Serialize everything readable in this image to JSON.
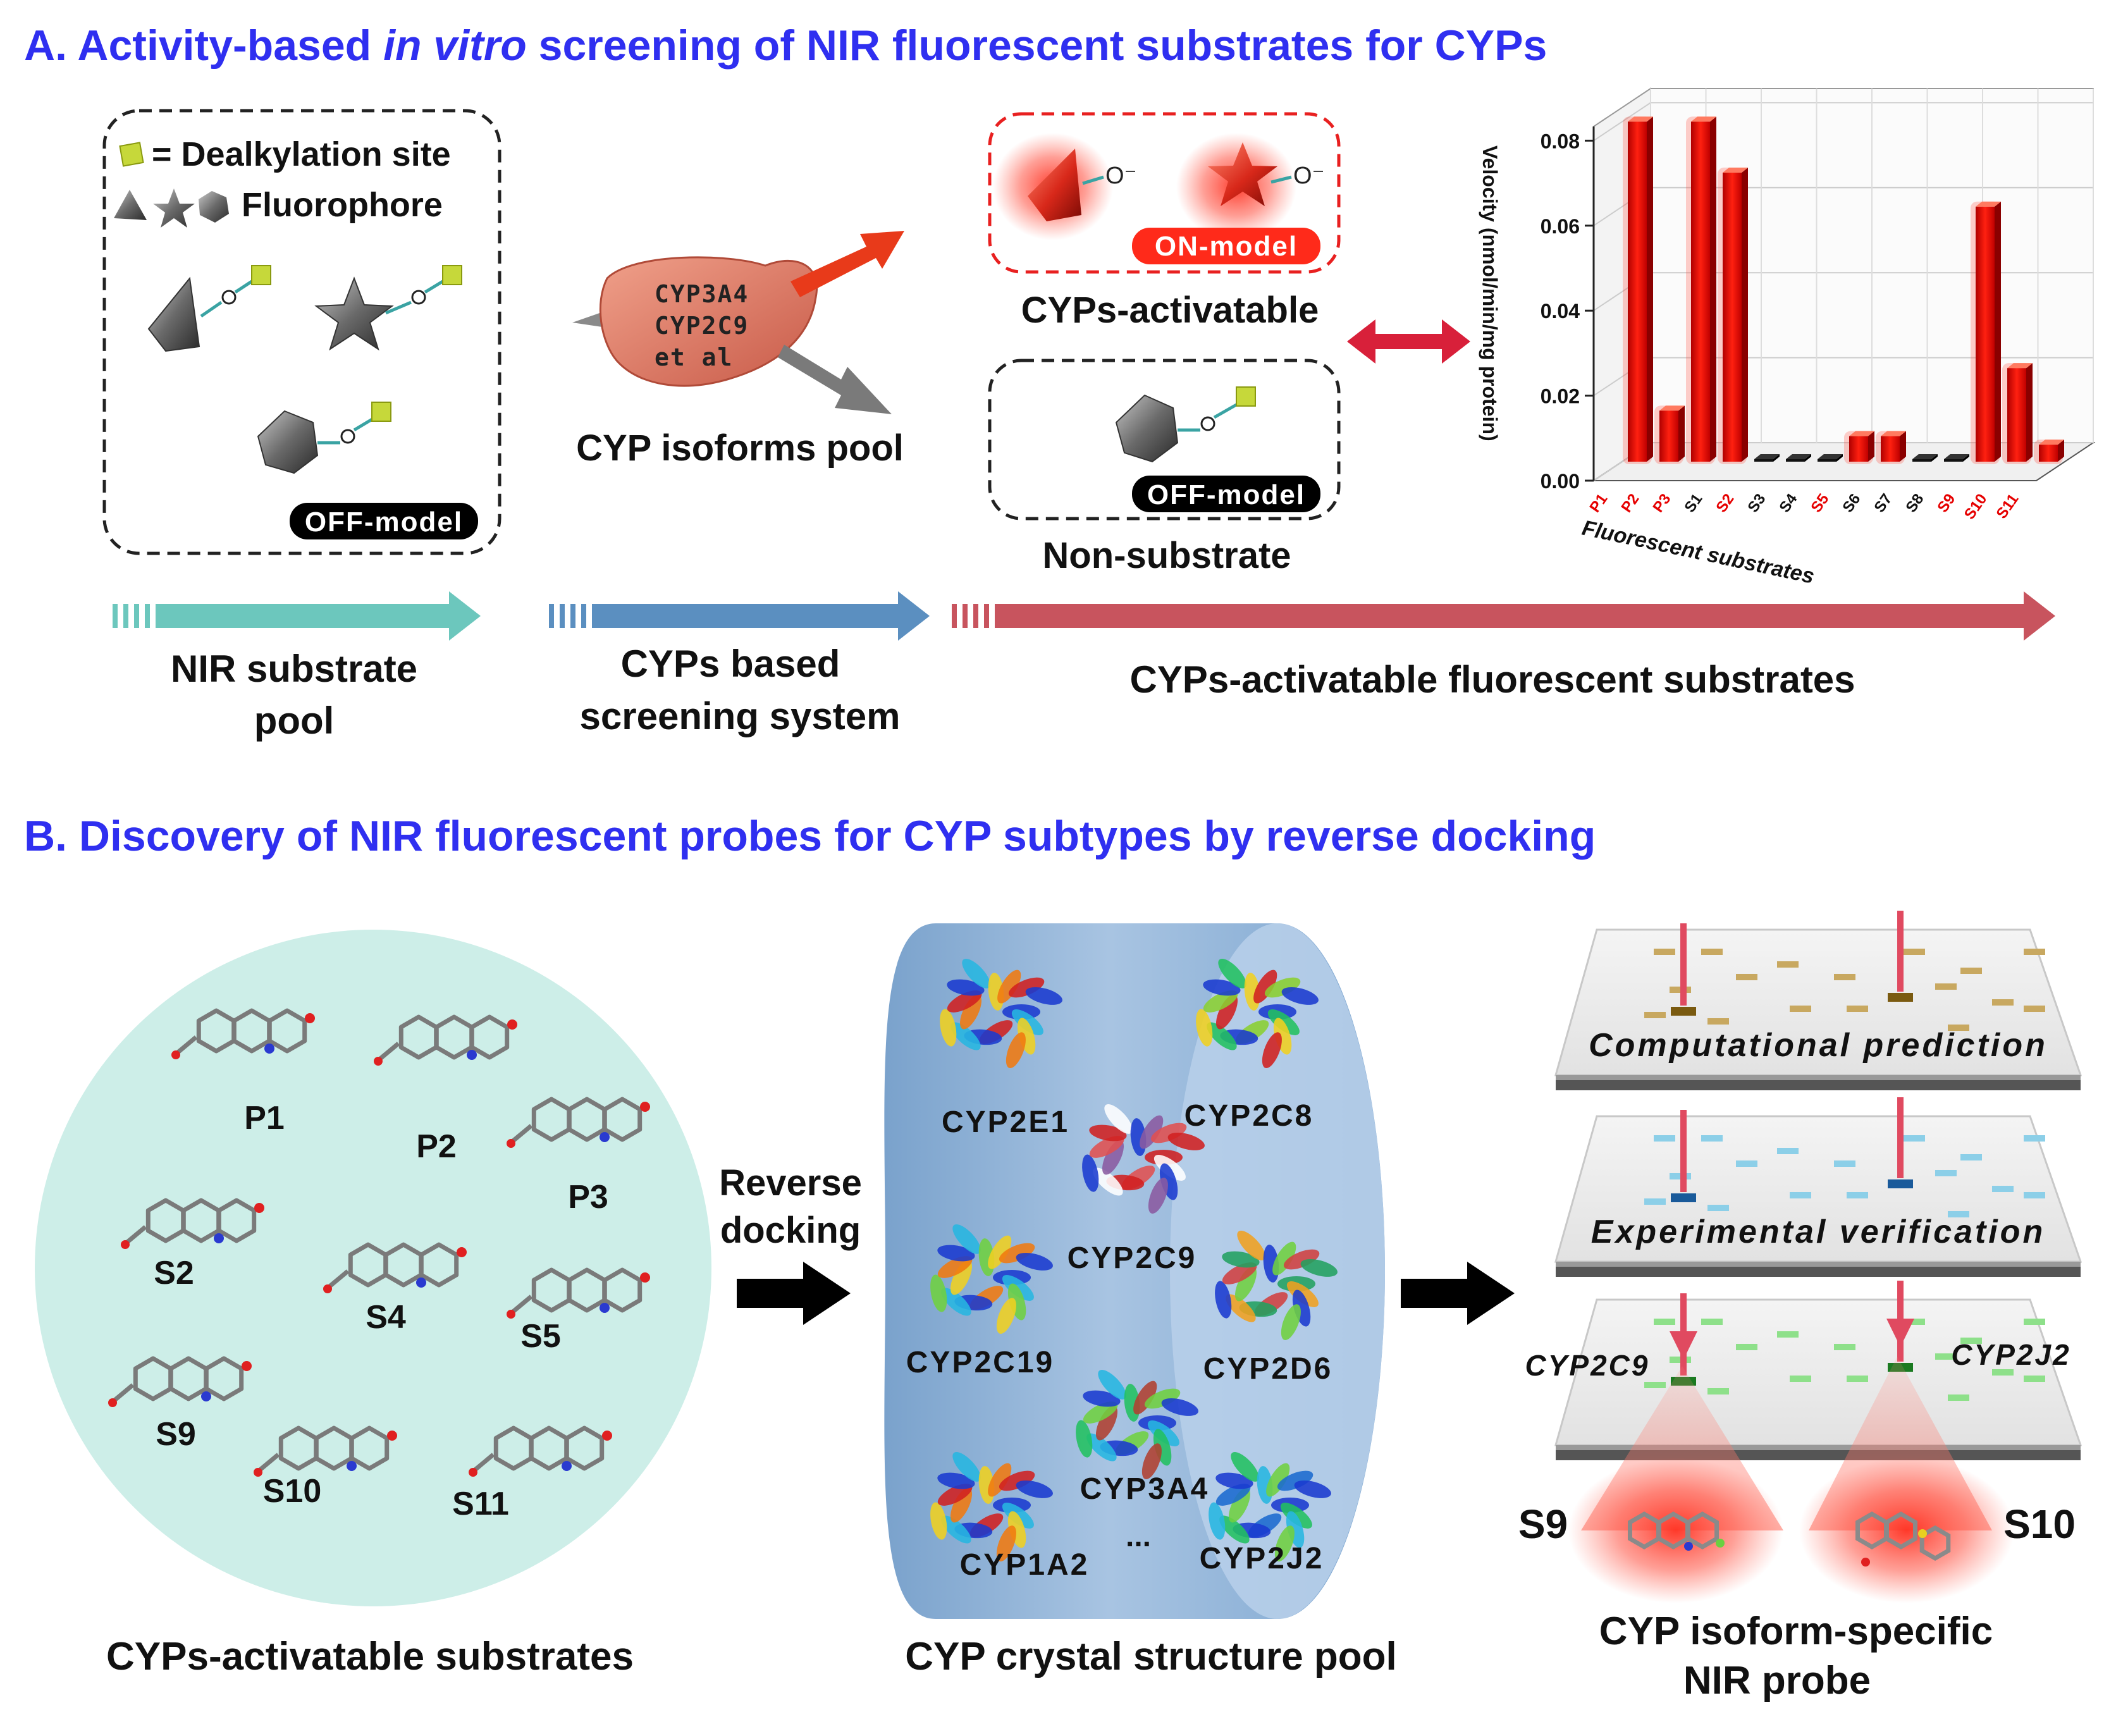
{
  "colors": {
    "title": "#2f2ff0",
    "teal_arrow": "#6cc7bd",
    "blue_arrow": "#5b8fc0",
    "red_arrow": "#c8545e",
    "bar_red": "#e60000",
    "circle_fill": "#cdeee8",
    "cylinder": "#8fb2d6",
    "on_model": "#ff2a1a"
  },
  "panel_a": {
    "title_pre": "A. Activity-based ",
    "title_italic": "in vitro",
    "title_post": " screening of NIR fluorescent substrates for CYPs",
    "legend_site": "= Dealkylation site",
    "legend_fluor": "Fluorophore",
    "off_model": "OFF-model",
    "on_model": "ON-model",
    "anion": "O⁻",
    "o": "O",
    "liver_lines": [
      "CYP3A4",
      "CYP2C9",
      "et al"
    ],
    "pool_label": "CYP isoforms pool",
    "activatable_label": "CYPs-activatable",
    "nonsubstrate_label": "Non-substrate",
    "arrow1_label": [
      "NIR substrate",
      "pool"
    ],
    "arrow2_label": [
      "CYPs based",
      "screening system"
    ],
    "arrow3_label": "CYPs-activatable fluorescent substrates"
  },
  "chart_data": {
    "type": "bar",
    "ylabel": "Velocity (nmol/min/mg protein)",
    "xlabel": "Fluorescent substrates",
    "ylim": [
      0,
      0.08
    ],
    "yticks": [
      "0.00",
      "0.02",
      "0.04",
      "0.06",
      "0.08"
    ],
    "categories": [
      "P1",
      "P2",
      "P3",
      "S1",
      "S2",
      "S3",
      "S4",
      "S5",
      "S6",
      "S7",
      "S8",
      "S9",
      "S10",
      "S11"
    ],
    "values": [
      0.08,
      0.012,
      0.08,
      0.068,
      0.0,
      0.0,
      0.0,
      0.006,
      0.006,
      0.0,
      0.0,
      0.06,
      0.022,
      0.004
    ],
    "category_colors": [
      "red",
      "red",
      "red",
      "black",
      "red",
      "black",
      "black",
      "red",
      "black",
      "black",
      "black",
      "red",
      "red",
      "red"
    ],
    "grid": true
  },
  "panel_b": {
    "title": "B. Discovery of NIR fluorescent probes for CYP subtypes by reverse docking",
    "molecules": [
      "P1",
      "P2",
      "P3",
      "S2",
      "S4",
      "S5",
      "S9",
      "S10",
      "S11"
    ],
    "circle_label": "CYPs-activatable substrates",
    "docking_label": [
      "Reverse",
      "docking"
    ],
    "proteins": [
      "CYP2E1",
      "CYP2C8",
      "CYP2C9",
      "CYP2C19",
      "CYP2D6",
      "CYP3A4",
      "CYP1A2",
      "CYP2J2"
    ],
    "ellipsis": "...",
    "cylinder_label": "CYP crystal structure pool",
    "layer_labels": [
      "Computational prediction",
      "Experimental verification"
    ],
    "layer3_left": "CYP2C9",
    "layer3_right": "CYP2J2",
    "probe_left": "S9",
    "probe_right": "S10",
    "probe_label": [
      "CYP isoform-specific",
      "NIR probe"
    ]
  }
}
